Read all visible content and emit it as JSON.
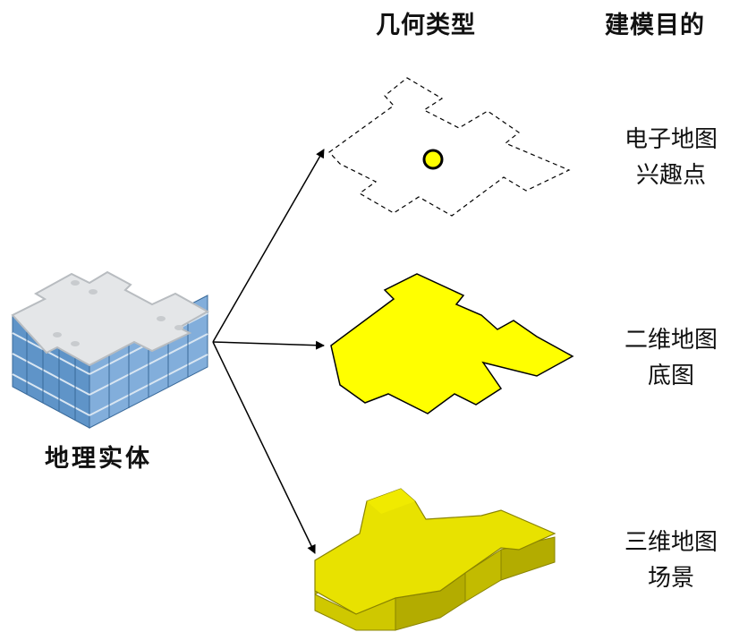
{
  "headers": {
    "geometry_type": "几何类型",
    "modeling_purpose": "建模目的"
  },
  "entity": {
    "label": "地理实体"
  },
  "rows": [
    {
      "purpose_line1": "电子地图",
      "purpose_line2": "兴趣点"
    },
    {
      "purpose_line1": "二维地图",
      "purpose_line2": "底图"
    },
    {
      "purpose_line1": "三维地图",
      "purpose_line2": "场景"
    }
  ],
  "colors": {
    "fill_yellow": "#ffff00",
    "fill_3d_top": "#e6e000",
    "fill_3d_side": "#b8b000",
    "outline": "#000000"
  }
}
